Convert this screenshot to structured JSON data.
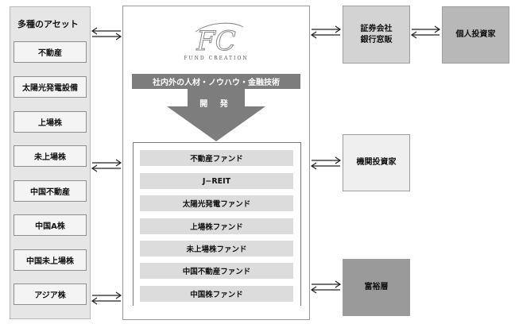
{
  "left_panel": {
    "title": "多種のアセット",
    "assets": [
      "不動産",
      "太陽光発電設備",
      "上場株",
      "未上場株",
      "中国不動産",
      "中国A株",
      "中国未上場株",
      "アジア株"
    ]
  },
  "center": {
    "logo_mark": "FC",
    "logo_text": "FUND CREATION",
    "banner": "社内外の人材・ノウハウ・金融技術",
    "develop_label": "開 発",
    "funds": [
      "不動産ファンド",
      "J−REIT",
      "太陽光発電ファンド",
      "上場株ファンド",
      "未上場株ファンド",
      "中国不動産ファンド",
      "中国株ファンド"
    ]
  },
  "right": {
    "securities_line1": "証券会社",
    "securities_line2": "銀行窓販",
    "individual": "個人投資家",
    "institutional": "機関投資家",
    "wealthy": "富裕層"
  }
}
